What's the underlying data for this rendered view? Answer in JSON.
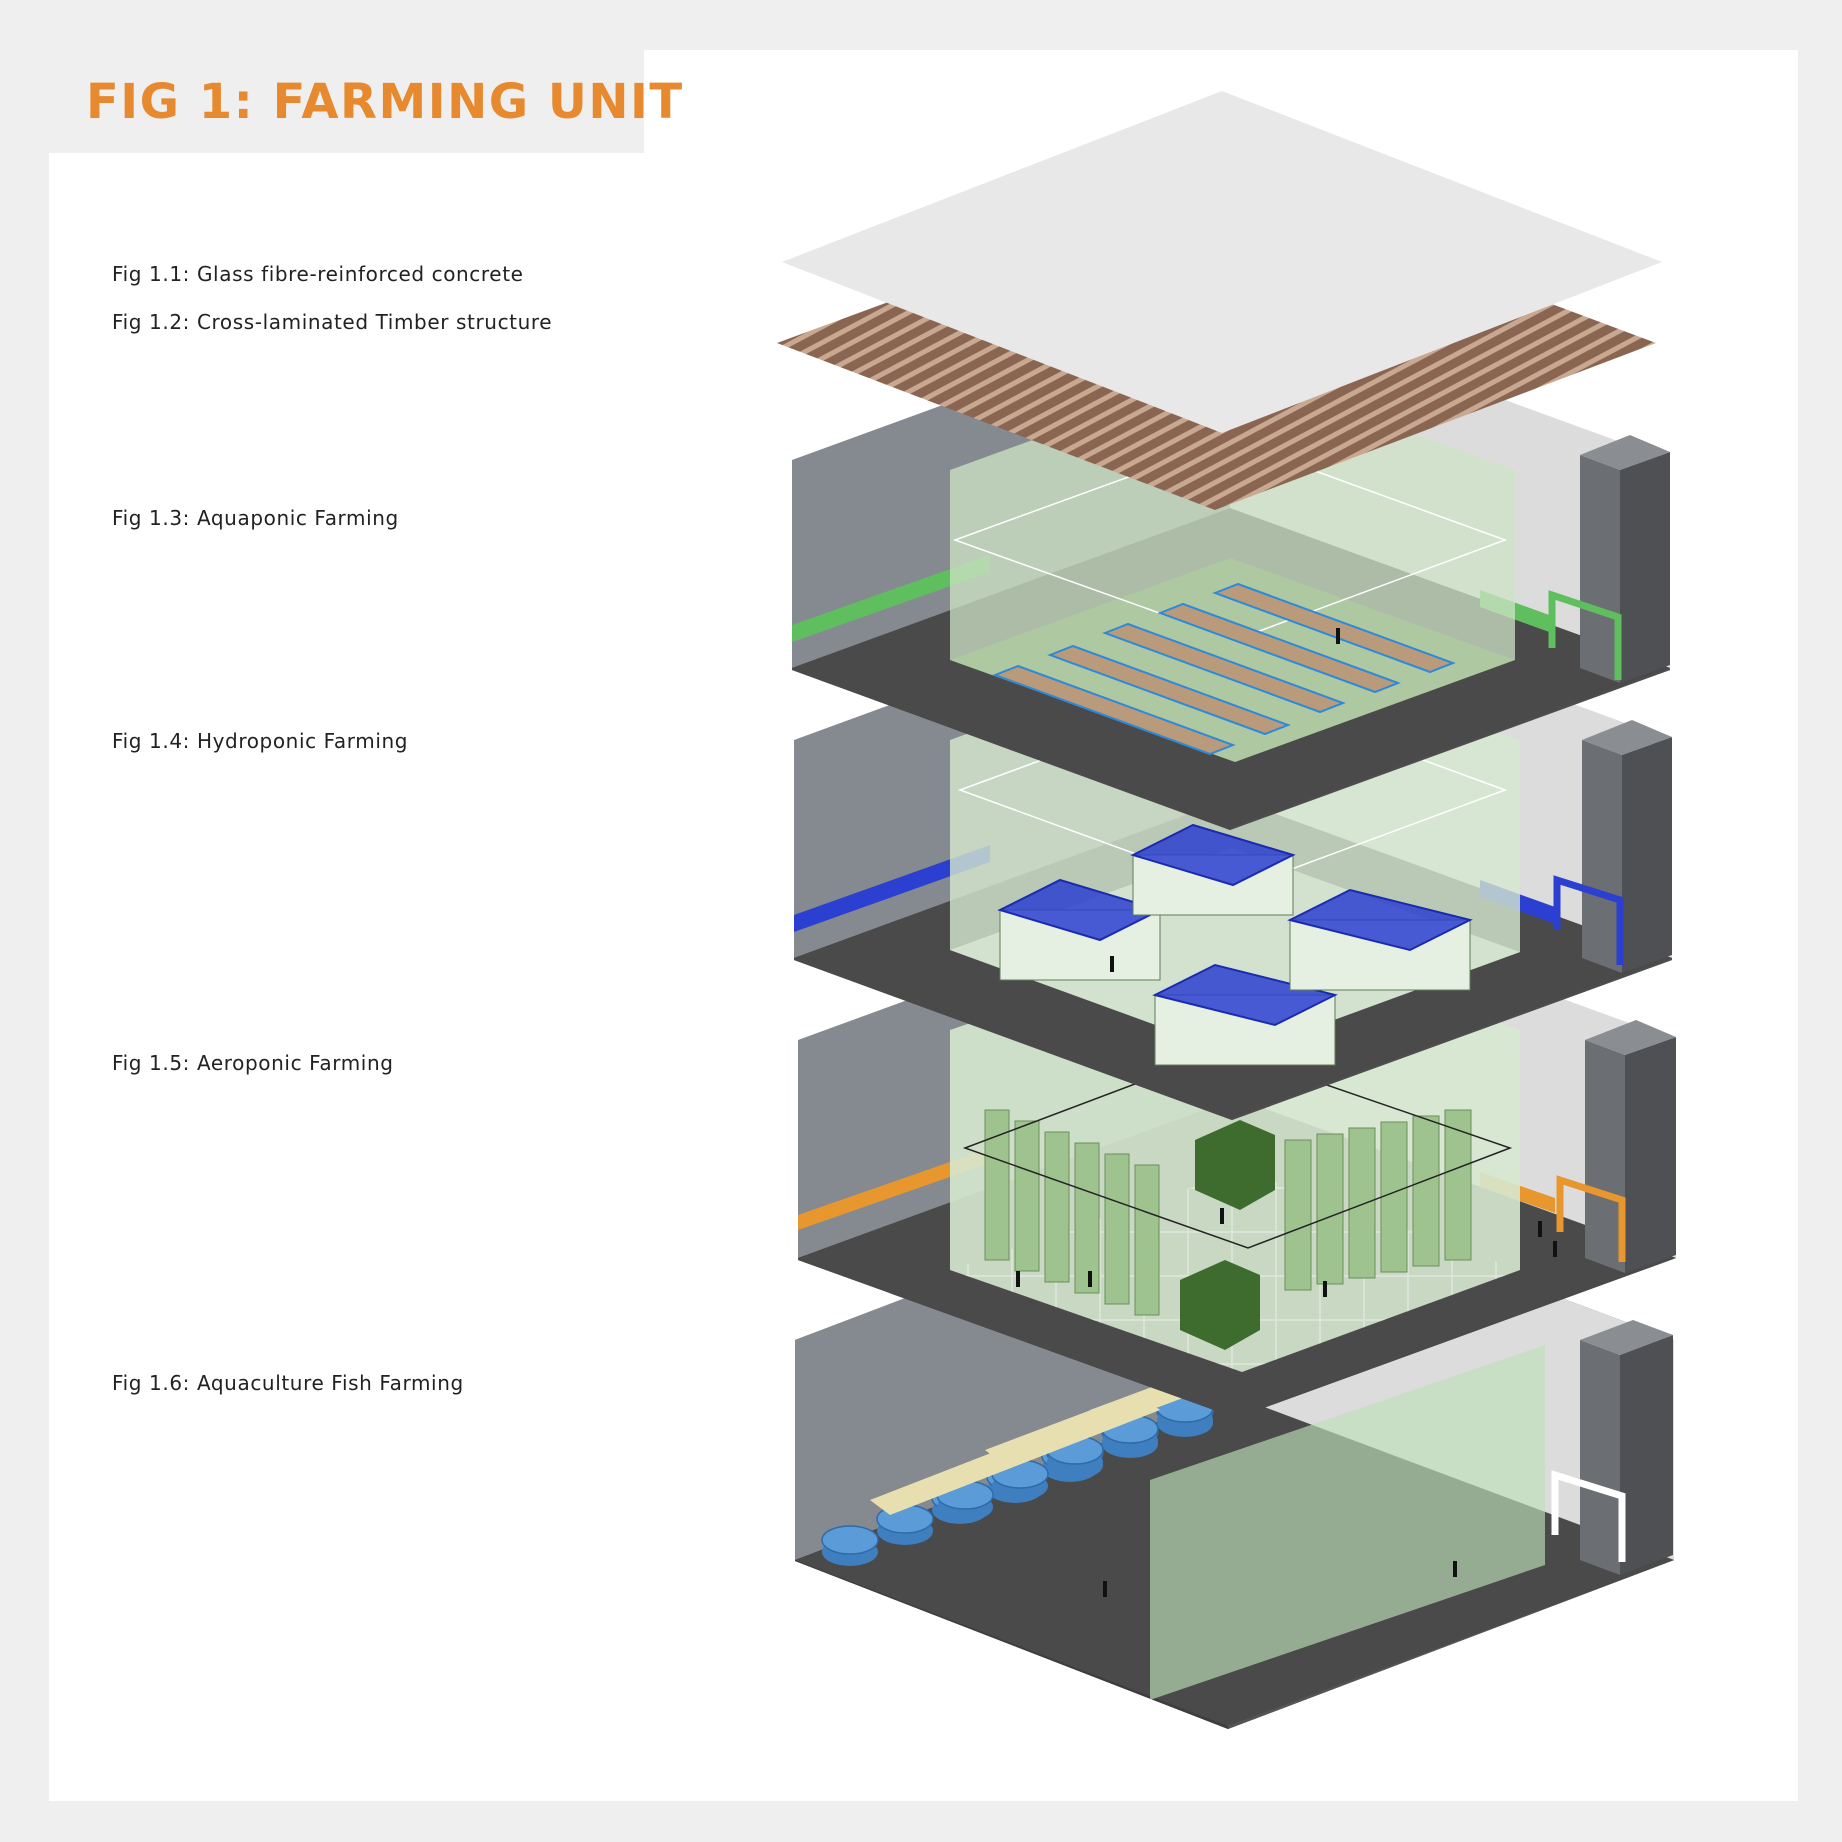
{
  "figure": {
    "title": "FIG 1: FARMING UNIT"
  },
  "layers": [
    {
      "label": "Fig 1.1: Glass fibre-reinforced concrete",
      "accent_color": "#e8e8e8"
    },
    {
      "label": "Fig 1.2: Cross-laminated Timber structure",
      "accent_color": "#7a5a48"
    },
    {
      "label": "Fig 1.3: Aquaponic Farming",
      "accent_color": "#5fbf5f"
    },
    {
      "label": "Fig 1.4: Hydroponic Farming",
      "accent_color": "#2b3fd0"
    },
    {
      "label": "Fig 1.5: Aeroponic Farming",
      "accent_color": "#e8962e"
    },
    {
      "label": "Fig 1.6: Aquaculture Fish Farming",
      "accent_color": "#ffffff"
    }
  ],
  "colors": {
    "title": "#e6892f",
    "background": "#efefef",
    "panel": "#ffffff",
    "wall_dark": "#7d8288",
    "floor_dark": "#4a4a4a",
    "glass_green": "#cfe3c6"
  },
  "icons": [
    "person-icon"
  ]
}
